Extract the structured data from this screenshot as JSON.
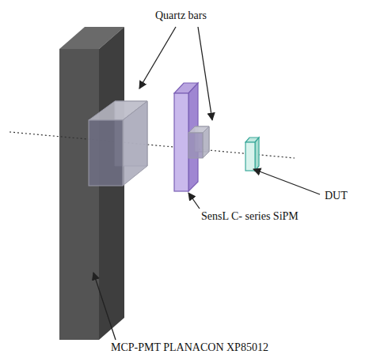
{
  "diagram": {
    "labels": [
      "Quartz bars",
      "SensL C- series SiPM",
      "DUT",
      "MCP-PMT PLANACON XP85012"
    ]
  }
}
